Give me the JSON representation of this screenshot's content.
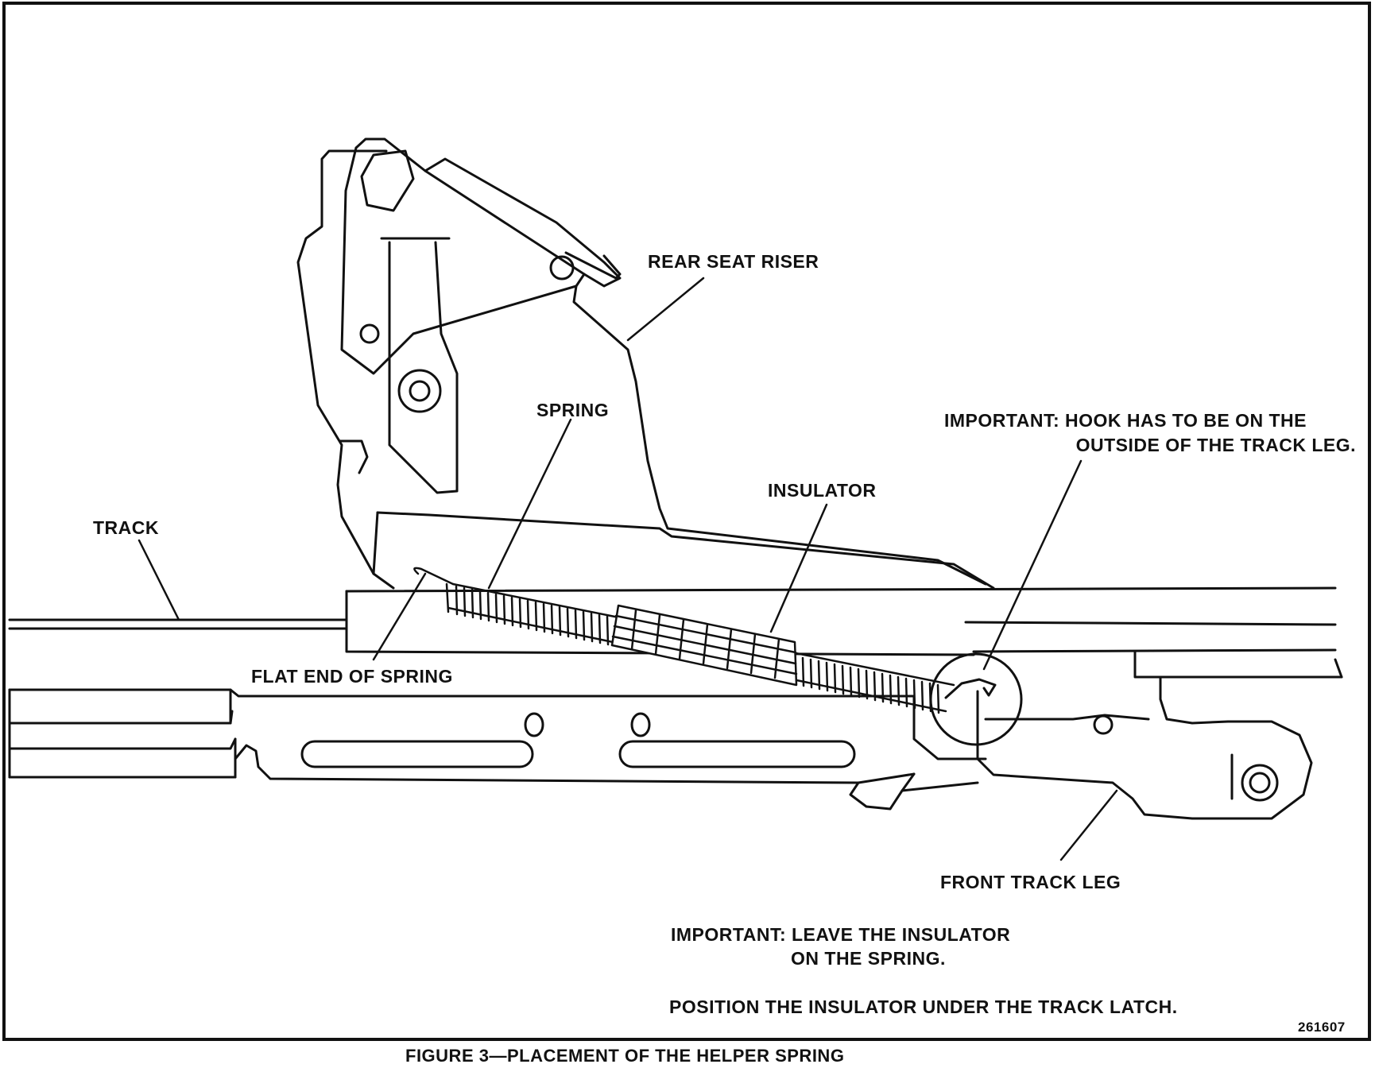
{
  "labels": {
    "rear_seat_riser": "REAR SEAT RISER",
    "spring": "SPRING",
    "insulator": "INSULATOR",
    "track": "TRACK",
    "flat_end": "FLAT END OF SPRING",
    "hook_note_line1": "IMPORTANT: HOOK HAS TO BE ON THE",
    "hook_note_line2": "OUTSIDE OF THE TRACK LEG.",
    "front_track_leg": "FRONT TRACK LEG",
    "insulator_note_line1": "IMPORTANT: LEAVE THE INSULATOR",
    "insulator_note_line2": "ON THE SPRING.",
    "position_note": "POSITION THE INSULATOR UNDER THE TRACK LATCH.",
    "figure_number": "261607"
  },
  "caption": "FIGURE 3—PLACEMENT  OF THE HELPER SPRING"
}
